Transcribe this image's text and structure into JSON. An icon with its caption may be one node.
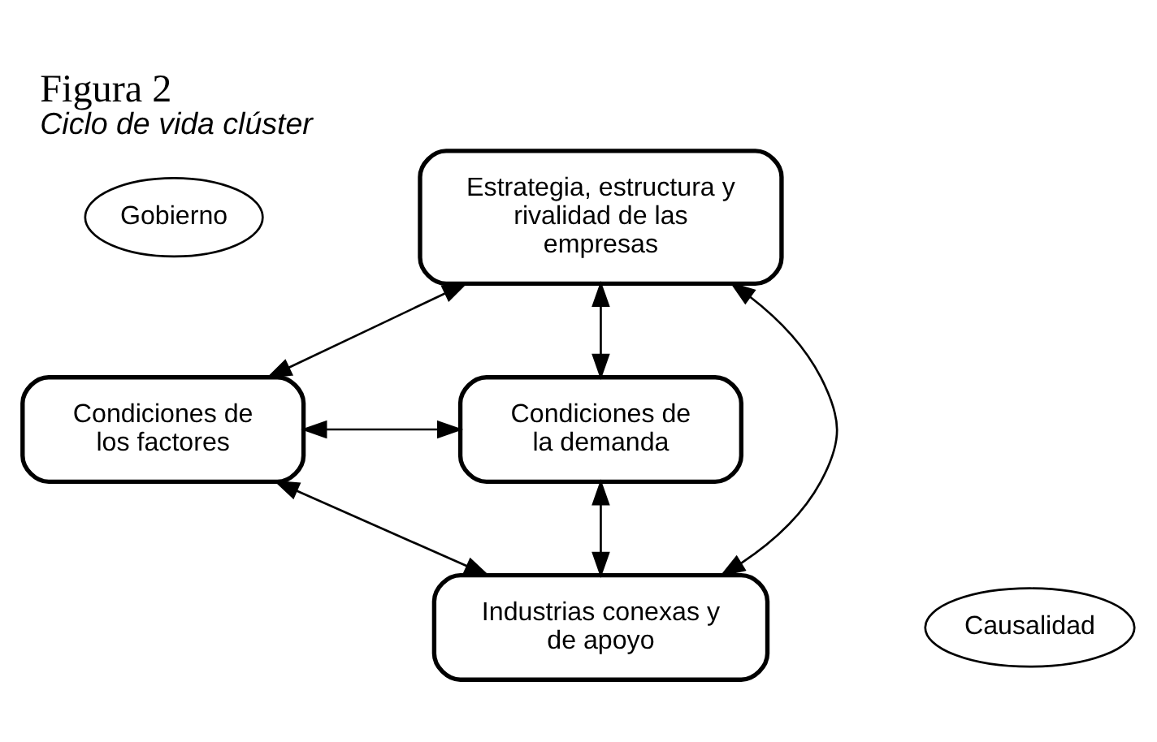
{
  "diagram": {
    "title": "Figura 2",
    "caption": "Ciclo de vida clúster",
    "nodes": [
      {
        "text": [
          "Gobierno"
        ]
      },
      {
        "text": [
          "Estrategia, estructura y rivalidad de las empresas"
        ]
      },
      {
        "text": [
          "Condiciones de los factores"
        ]
      },
      {
        "text": [
          "Condiciones de la demanda"
        ]
      },
      {
        "text": [
          "Industrias conexas y de apoyo"
        ]
      },
      {
        "text": [
          "Causalidad"
        ]
      }
    ],
    "edges": [
      {
        "from": 1,
        "to": 2,
        "arrow": "both"
      },
      {
        "from": 1,
        "to": 3,
        "arrow": "both"
      },
      {
        "from": 2,
        "to": 3,
        "arrow": "both"
      },
      {
        "from": 1,
        "to": 4,
        "arrow": "both"
      },
      {
        "from": 2,
        "to": 4,
        "arrow": "both"
      },
      {
        "from": 3,
        "to": 4,
        "arrow": "both"
      }
    ]
  }
}
